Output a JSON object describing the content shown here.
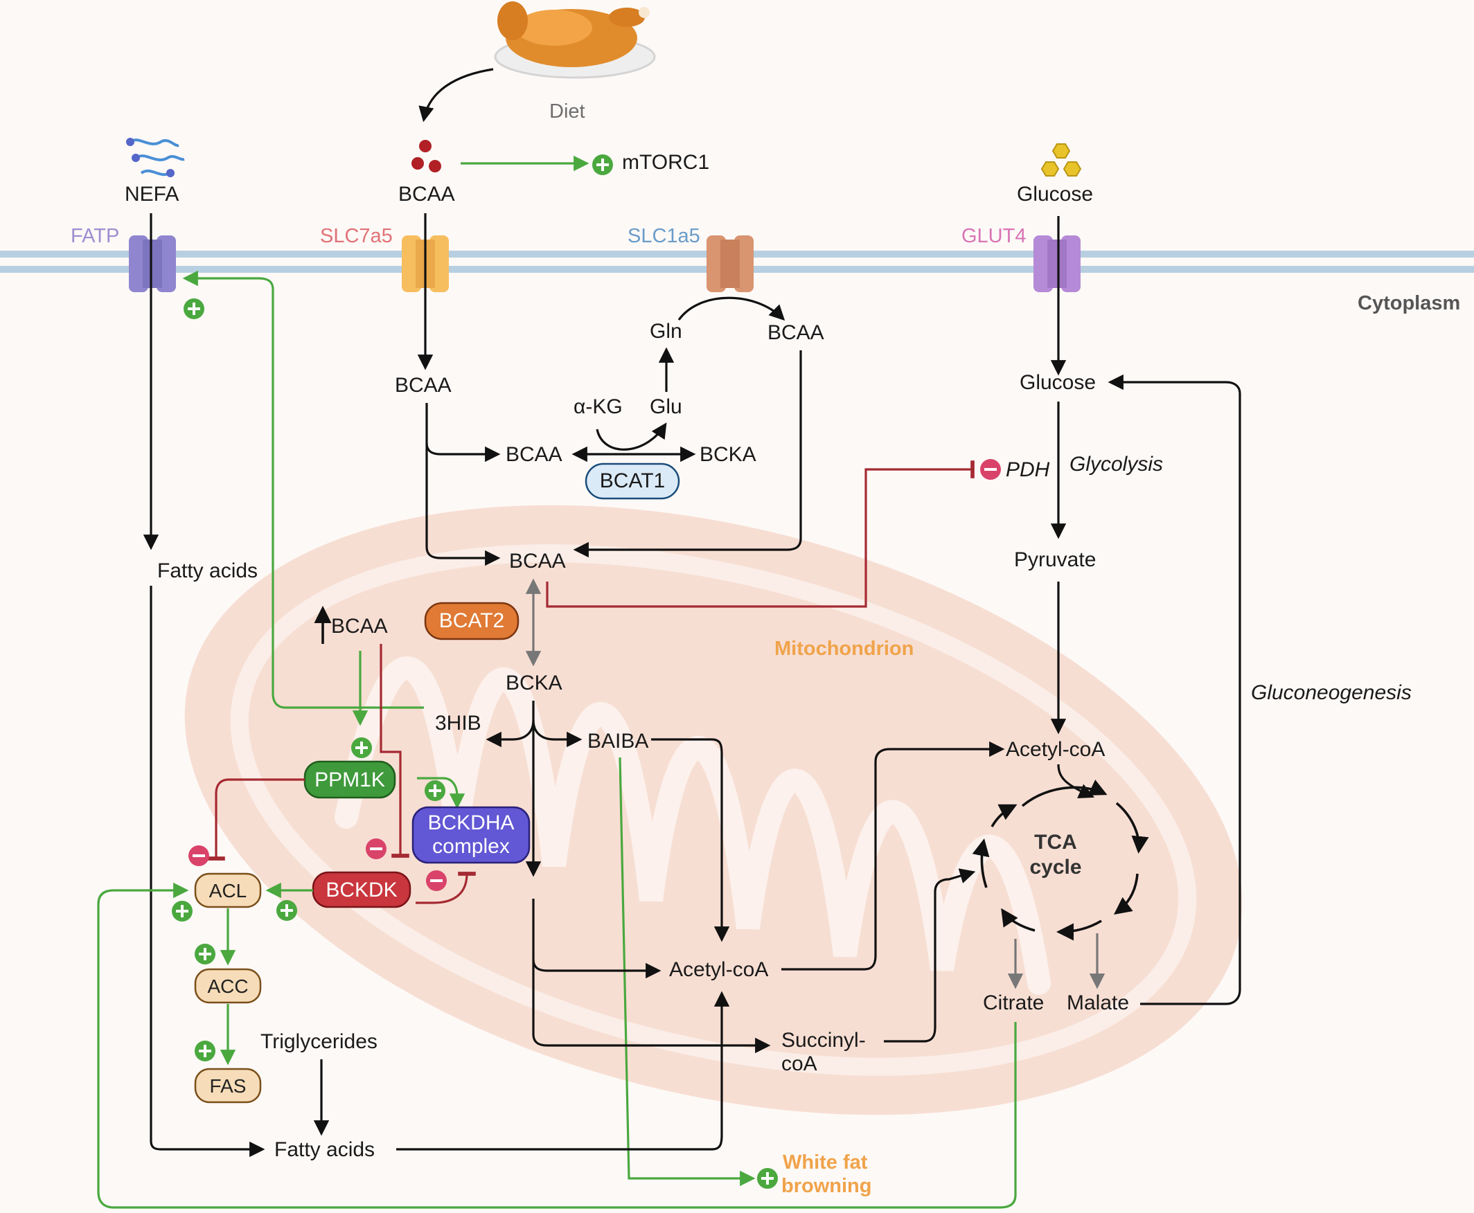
{
  "diet": {
    "label": "Diet",
    "image_icon": "roast-chicken-icon"
  },
  "extracellular": {
    "nefa": "NEFA",
    "bcaa": "BCAA",
    "glucose": "Glucose",
    "mtorc1": "mTORC1"
  },
  "transporters": {
    "fatp": "FATP",
    "slc7a5": "SLC7a5",
    "slc1a5": "SLC1a5",
    "glut4": "GLUT4"
  },
  "compartments": {
    "cytoplasm": "Cytoplasm",
    "mitochondrion": "Mitochondrion"
  },
  "metabolites": {
    "bcaa_cyto": "BCAA",
    "bcaa_mid": "BCAA",
    "bcaa_right": "BCAA",
    "bcka_top": "BCKA",
    "alpha_kg": "α-KG",
    "glu": "Glu",
    "gln": "Gln",
    "bcaa_mito": "BCAA",
    "bcka_mito": "BCKA",
    "three_hib": "3HIB",
    "baiba": "BAIBA",
    "up_bcaa": "BCAA",
    "fatty_acids_top": "Fatty acids",
    "fatty_acids_bottom": "Fatty acids",
    "triglycerides": "Triglycerides",
    "acetyl_coa_mid": "Acetyl-coA",
    "acetyl_coa_right": "Acetyl-coA",
    "succinyl_coa_line1": "Succinyl-",
    "succinyl_coa_line2": "coA",
    "glucose_cyto": "Glucose",
    "pyruvate": "Pyruvate",
    "citrate": "Citrate",
    "malate": "Malate",
    "tca_line1": "TCA",
    "tca_line2": "cycle",
    "pdh": "PDH"
  },
  "process_labels": {
    "glycolysis": "Glycolysis",
    "gluconeogenesis": "Gluconeogenesis",
    "white_fat_browning_line1": "White fat",
    "white_fat_browning_line2": "browning"
  },
  "enzymes": {
    "bcat1": "BCAT1",
    "bcat2": "BCAT2",
    "ppm1k": "PPM1K",
    "bckdha_line1": "BCKDHA",
    "bckdha_line2": "complex",
    "bckdk": "BCKDK",
    "acl": "ACL",
    "acc": "ACC",
    "fas": "FAS"
  },
  "colors": {
    "activation": "#4aa83f",
    "inhibition": "#a52a32",
    "membrane": "#b7cfe0",
    "mitochondrion": "#f6d9cc",
    "fatp": "#8f86cf",
    "slc7a5": "#f6be5e",
    "slc1a5": "#d99470",
    "glut4": "#b58ad6",
    "bcaa_dots": "#b02025",
    "glucose_hex": "#e8c42a",
    "bcat1_fill": "#dbeaf7",
    "bcat2_fill": "#e07a34",
    "ppm1k_fill": "#3f9a3c",
    "bckdha_fill": "#6257d4",
    "bckdk_fill": "#c9363d",
    "acl_fill": "#f6dcb8",
    "orange_text": "#f0a34a",
    "fatp_text": "#9b8fd0",
    "slc7a5_text": "#e07276",
    "slc1a5_text": "#6a9cc9",
    "glut4_text": "#d874b5"
  }
}
